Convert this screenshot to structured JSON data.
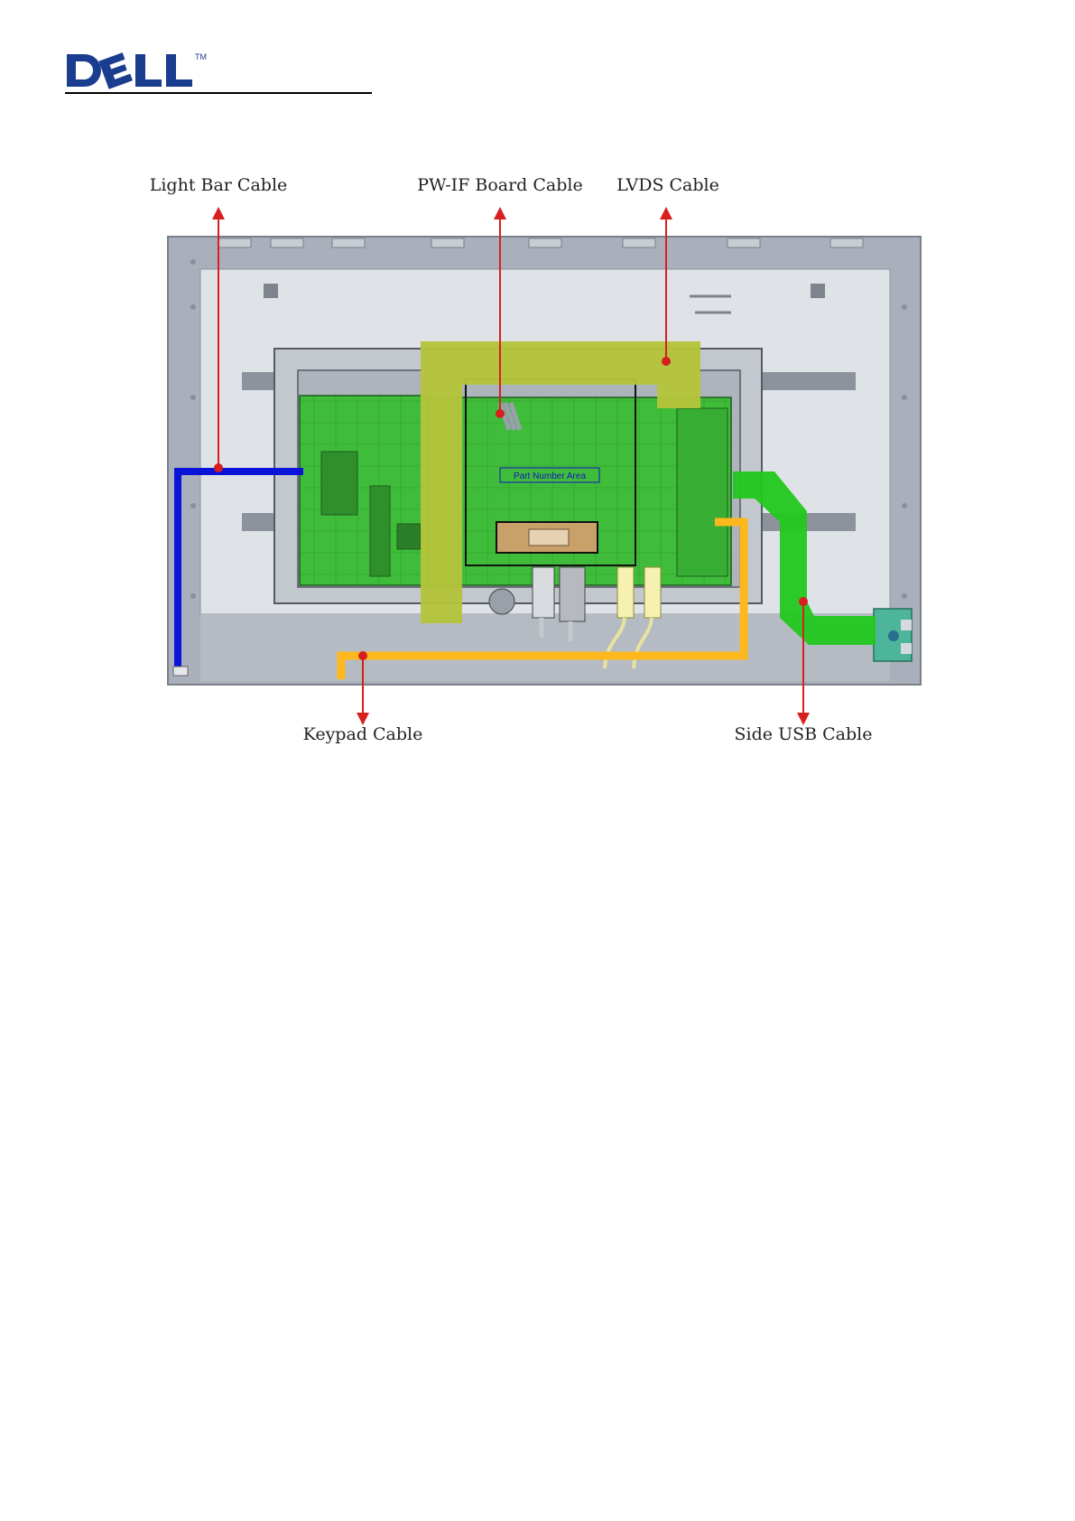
{
  "header": {
    "logo_text": "DELL",
    "trademark": "TM"
  },
  "diagram": {
    "callouts": {
      "light_bar": "Light Bar Cable",
      "pw_if": "PW-IF Board Cable",
      "lvds": "LVDS Cable",
      "keypad": "Keypad Cable",
      "side_usb": "Side USB Cable"
    },
    "board_label": "Part Number Area"
  },
  "colors": {
    "light_bar_cable": "#0a14d8",
    "lvds_cable": "#b4c43a",
    "keypad_cable": "#ffb81c",
    "side_usb_cable": "#22c81e",
    "board_green": "#3cbc3a",
    "arrow_red": "#d81f1f"
  }
}
